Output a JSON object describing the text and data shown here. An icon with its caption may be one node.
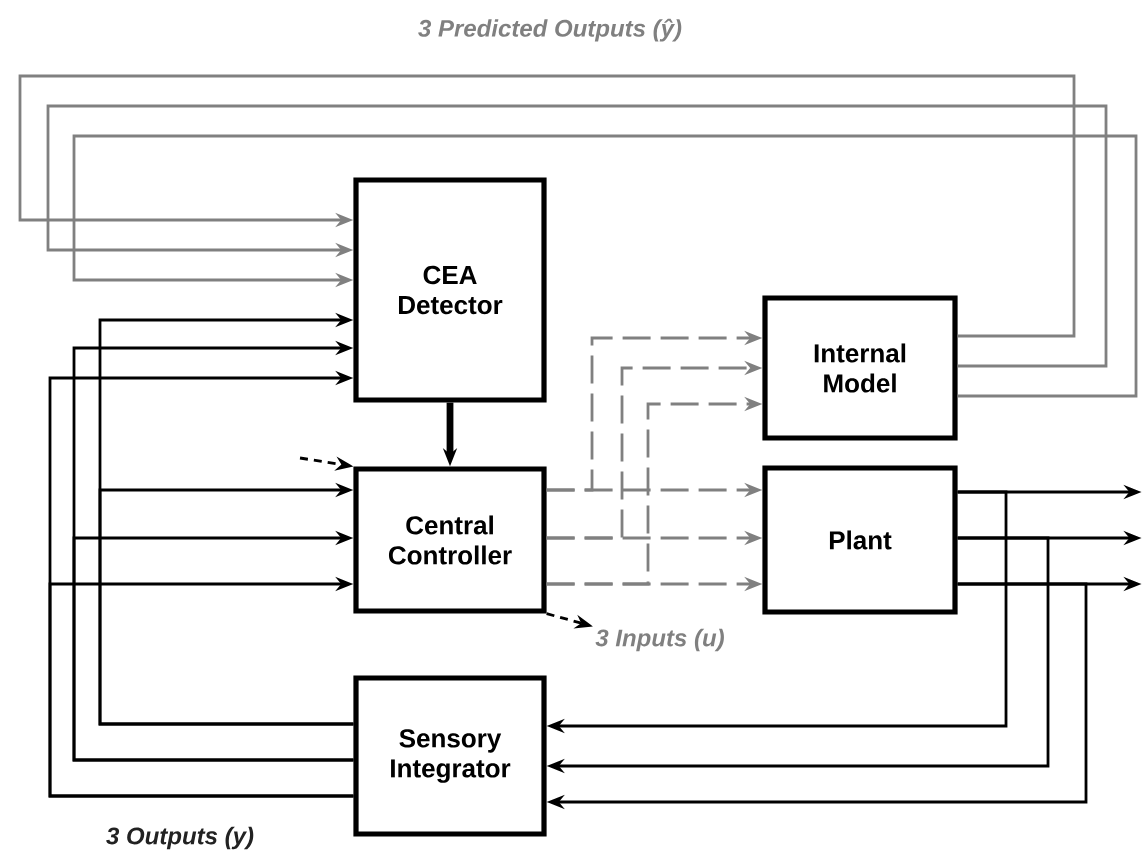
{
  "diagram": {
    "nodes": [
      {
        "text": [
          "CEA Detector"
        ]
      },
      {
        "text": [
          "Internal Model"
        ]
      },
      {
        "text": [
          "Central Controller"
        ]
      },
      {
        "text": [
          "Plant"
        ]
      },
      {
        "text": [
          "Sensory Integrator"
        ]
      },
      {
        "text": [
          "3 Inputs (u)"
        ]
      }
    ],
    "edges": [
      {
        "from": 1,
        "to": 0,
        "arrow": "to",
        "color": "#808080"
      },
      {
        "from": 1,
        "to": 0,
        "arrow": "to",
        "color": "#808080"
      },
      {
        "from": 1,
        "to": 0,
        "arrow": "to",
        "color": "#808080"
      },
      {
        "from": 4,
        "to": 0,
        "arrow": "to"
      },
      {
        "from": 4,
        "to": 0,
        "arrow": "to"
      },
      {
        "from": 4,
        "to": 0,
        "arrow": "to"
      },
      {
        "from": 4,
        "to": 2,
        "arrow": "to"
      },
      {
        "from": 4,
        "to": 2,
        "arrow": "to"
      },
      {
        "from": 4,
        "to": 2,
        "arrow": "to"
      },
      {
        "from": 0,
        "to": 2,
        "arrow": "to",
        "style": "thick"
      },
      {
        "from": 2,
        "to": 3,
        "arrow": "to",
        "style": "dashed",
        "color": "#808080"
      },
      {
        "from": 2,
        "to": 3,
        "arrow": "to",
        "style": "dashed",
        "color": "#808080"
      },
      {
        "from": 2,
        "to": 3,
        "arrow": "to",
        "style": "dashed",
        "color": "#808080"
      },
      {
        "from": 2,
        "to": 1,
        "arrow": "to",
        "style": "dashed",
        "color": "#808080"
      },
      {
        "from": 2,
        "to": 1,
        "arrow": "to",
        "style": "dashed",
        "color": "#808080"
      },
      {
        "from": 2,
        "to": 1,
        "arrow": "to",
        "style": "dashed",
        "color": "#808080"
      },
      {
        "from": 3,
        "to": null,
        "arrow": "to"
      },
      {
        "from": 3,
        "to": null,
        "arrow": "to"
      },
      {
        "from": 3,
        "to": null,
        "arrow": "to"
      },
      {
        "from": 3,
        "to": 4,
        "arrow": "to"
      },
      {
        "from": 3,
        "to": 4,
        "arrow": "to"
      },
      {
        "from": 3,
        "to": 4,
        "arrow": "to"
      },
      {
        "from": null,
        "to": 2,
        "arrow": "to",
        "style": "dashed"
      },
      {
        "from": 2,
        "to": 5,
        "arrow": "to",
        "style": "dashed"
      }
    ],
    "labels": [
      "3 Predicted Outputs (ŷ)",
      "3 Outputs (y)"
    ]
  }
}
